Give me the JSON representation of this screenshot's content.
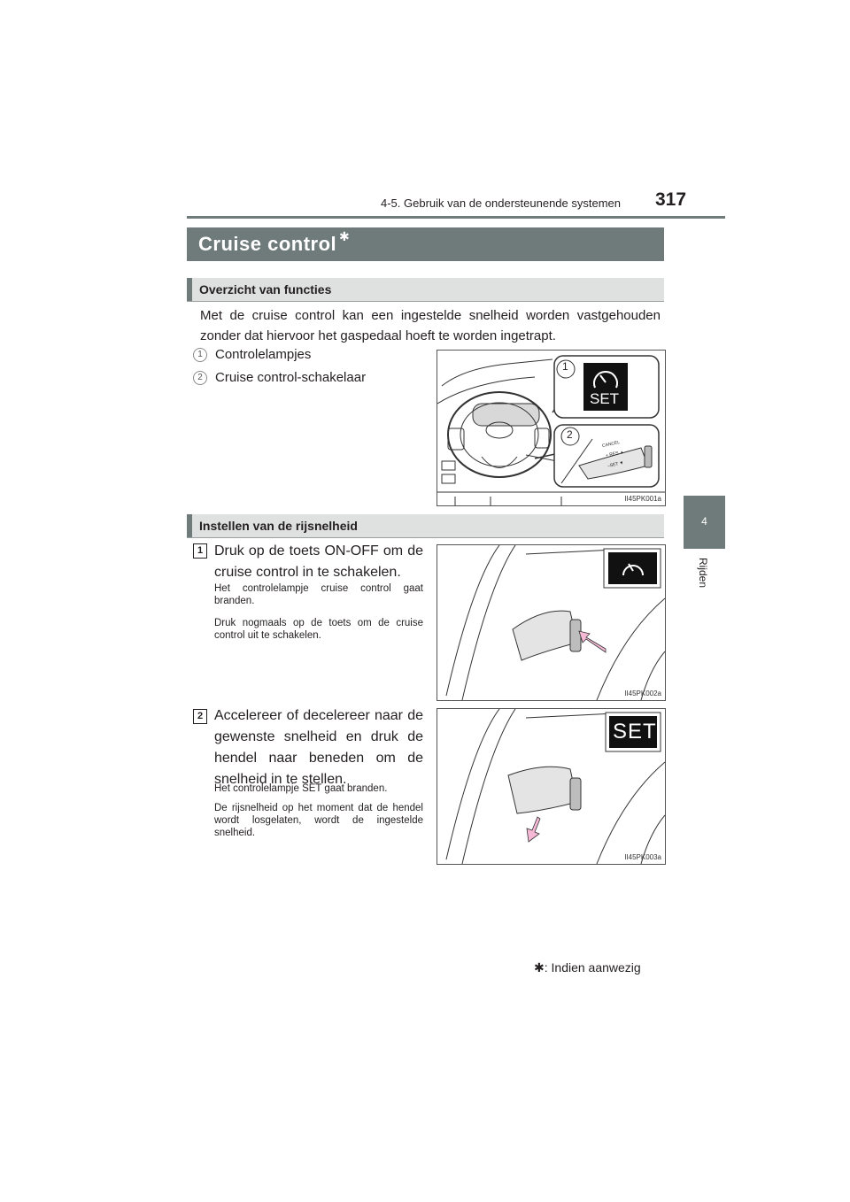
{
  "header": {
    "section": "4-5. Gebruik van de ondersteunende systemen",
    "page_number": "317"
  },
  "side_tab": {
    "chapter_number": "4",
    "chapter_label": "Rijden"
  },
  "title": {
    "text": "Cruise control",
    "star": "✱"
  },
  "overview": {
    "heading": "Overzicht van functies",
    "intro": "Met de cruise control kan een ingestelde snelheid worden vastgehouden zonder dat hiervoor het gaspedaal hoeft te worden ingetrapt.",
    "items": [
      {
        "num": "1",
        "label": "Controlelampjes"
      },
      {
        "num": "2",
        "label": "Cruise control-schakelaar"
      }
    ],
    "figure": {
      "code": "II45PK001a",
      "callout_1": "1",
      "callout_2": "2",
      "set_text": "SET",
      "lever_labels": [
        "CANCEL",
        "+ RES ▲",
        "–SET ▼"
      ]
    }
  },
  "setting": {
    "heading": "Instellen van de rijsnelheid",
    "steps": [
      {
        "num": "1",
        "main": "Druk op de toets ON-OFF om de cruise control in te schakelen.",
        "notes": [
          "Het controlelampje cruise control gaat branden.",
          "Druk nogmaals op de toets om de cruise control uit te schakelen."
        ],
        "figure_code": "II45PK002a"
      },
      {
        "num": "2",
        "main": "Accelereer of decelereer naar de gewenste snelheid en druk de hendel naar beneden om de snelheid in te stellen.",
        "notes": [
          "Het controlelampje SET gaat branden.",
          "De rijsnelheid op het moment dat de hendel wordt losgelaten, wordt de ingestelde snelheid."
        ],
        "figure_code": "II45PK003a",
        "set_text": "SET"
      }
    ]
  },
  "footnote": {
    "star": "✱",
    "text": ": Indien aanwezig"
  },
  "colors": {
    "bar": "#6f7a7a",
    "subbar": "#dfe1e1",
    "arrow": "#f5b9d6"
  }
}
